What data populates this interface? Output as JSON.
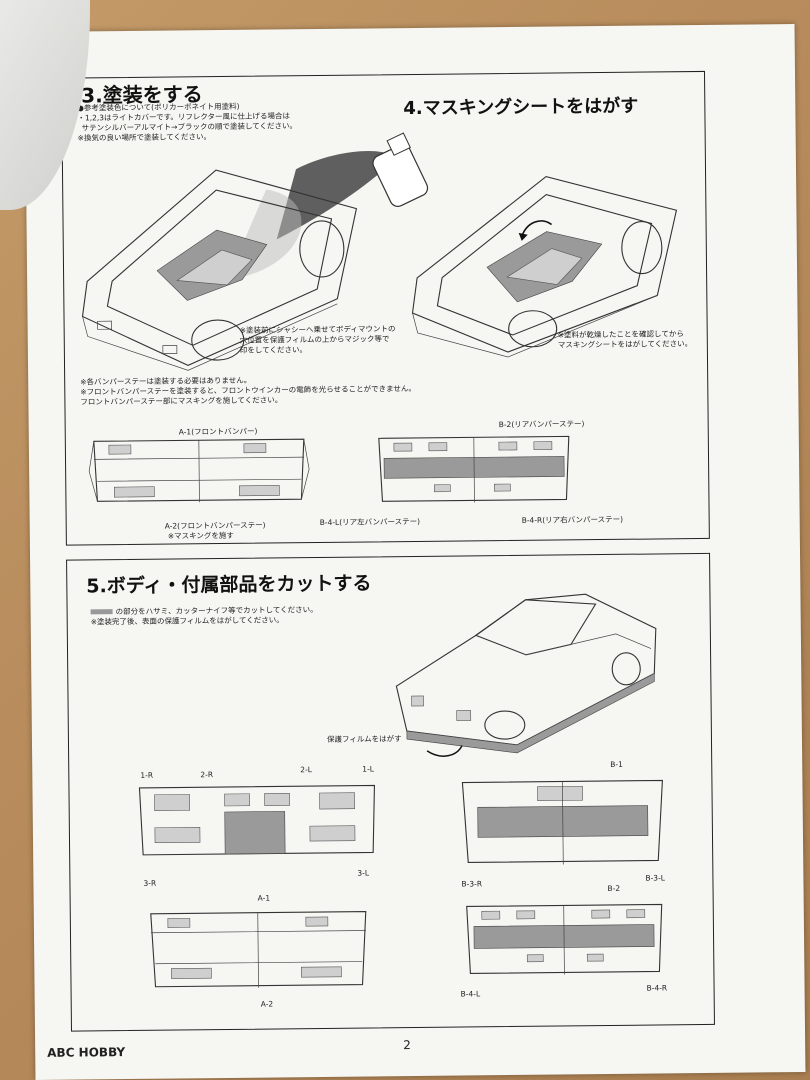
{
  "section3": {
    "title": "3.塗装をする",
    "notes": [
      "●参考塗装色について(ポリカーボネイト用塗料)",
      "・1,2,3はライトカバーです。リフレクター風に仕上げる場合は",
      "サテンシルバーアルマイト→ブラックの順で塗装してください。",
      "※換気の良い場所で塗装してください。"
    ],
    "caption": [
      "※塗装前にシャシーへ乗せてボディマウントの",
      "穴位置を保護フィルムの上からマジック等で",
      "印をしてください。"
    ]
  },
  "section4": {
    "title": "4.マスキングシートをはがす",
    "caption": [
      "※塗料が乾燥したことを確認してから",
      "マスキングシートをはがしてください。"
    ]
  },
  "bumper_notes": [
    "※各バンパーステーは塗装する必要はありません。",
    "※フロントバンパーステーを塗装すると、フロントウインカーの電飾を光らせることができません。",
    "フロントバンパーステー部にマスキングを施してください。"
  ],
  "bumper_labels": {
    "a1": "A-1(フロントバンパー)",
    "a2": "A-2(フロントバンパーステー)",
    "a2_note": "※マスキングを施す",
    "b2": "B-2(リアバンパーステー)",
    "b4l": "B-4-L(リア左バンパーステー)",
    "b4r": "B-4-R(リア右バンパーステー)"
  },
  "section5": {
    "title": "5.ボディ・付属部品をカットする",
    "notes": [
      "の部分をハサミ、カッターナイフ等でカットしてください。",
      "※塗装完了後、表面の保護フィルムをはがしてください。"
    ],
    "film_label": "保護フィルムをはがす",
    "parts": [
      "1-R",
      "2-R",
      "2-L",
      "1-L",
      "3-R",
      "3-L",
      "B-1",
      "B-3-R",
      "B-3-L",
      "A-1",
      "A-2",
      "B-2",
      "B-4-L",
      "B-4-R"
    ]
  },
  "footer": {
    "brand": "ABC HOBBY",
    "page": "2"
  }
}
